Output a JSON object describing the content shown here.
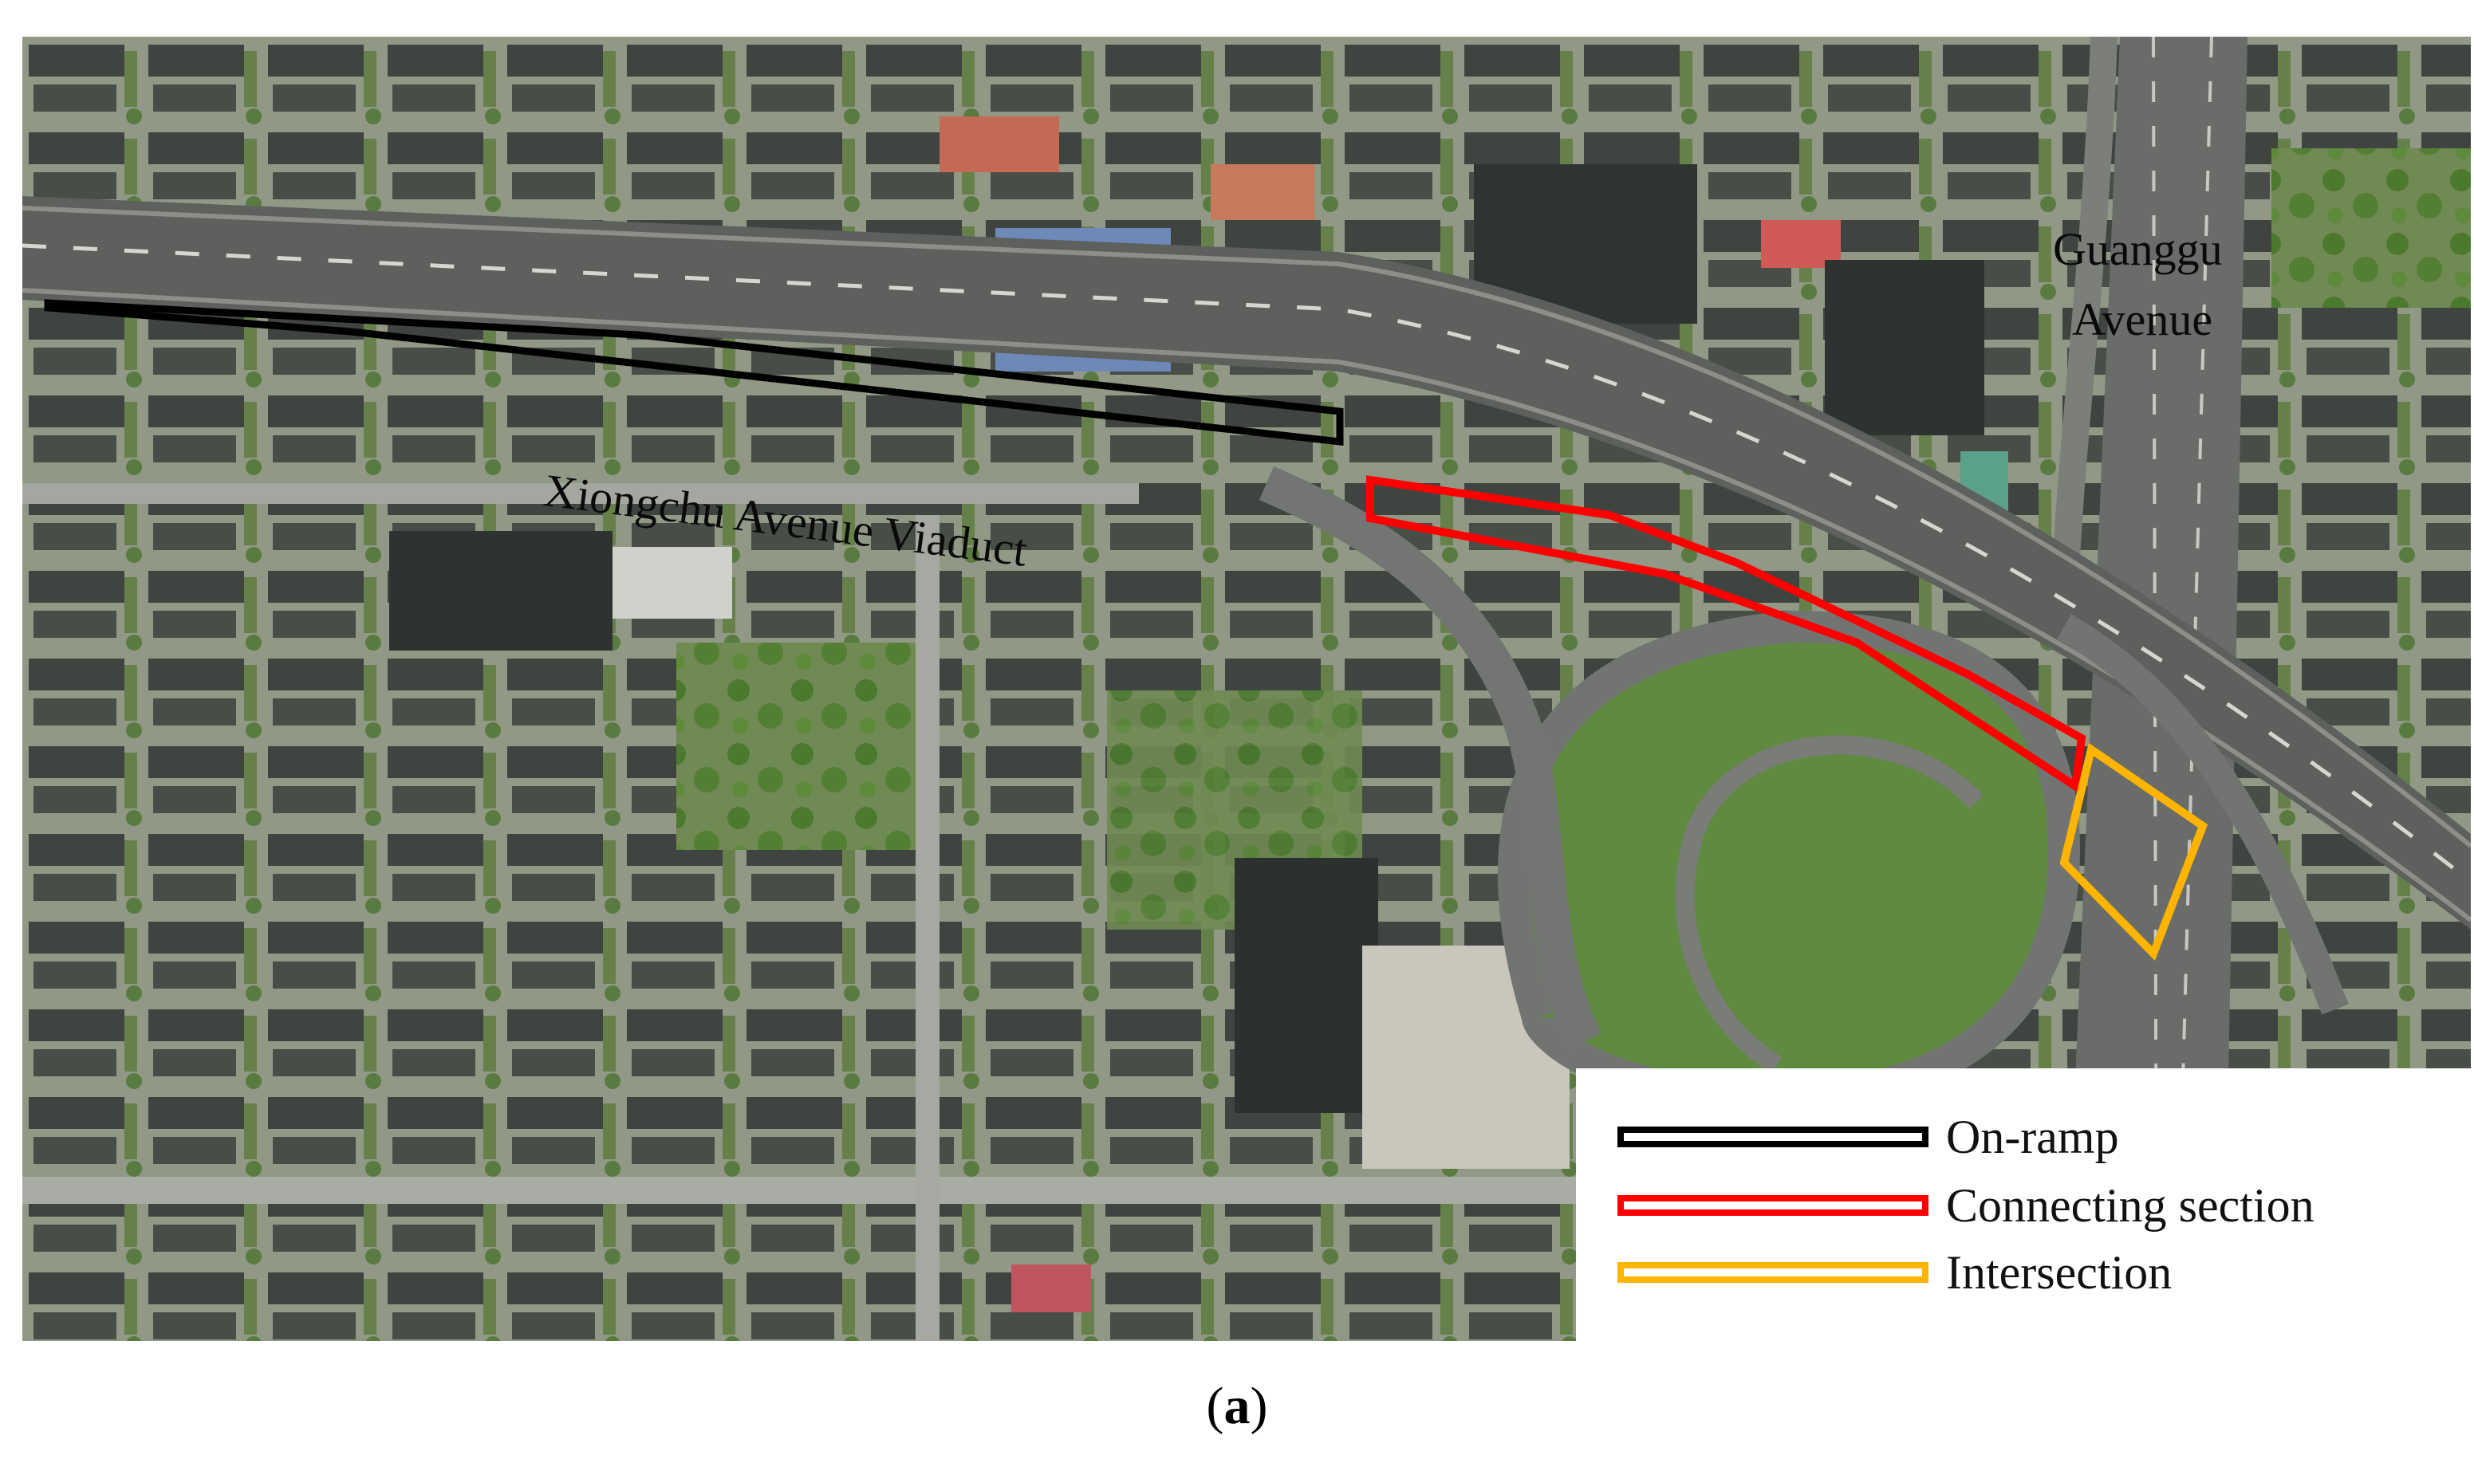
{
  "map": {
    "labels": {
      "viaduct": "Xiongchu Avenue Viaduct",
      "avenue_line1": "Guanggu",
      "avenue_line2": "Avenue"
    }
  },
  "legend": {
    "items": [
      {
        "label": "On-ramp",
        "color": "#000000"
      },
      {
        "label": "Connecting section",
        "color": "#ff0000"
      },
      {
        "label": "Intersection",
        "color": "#ffb400"
      }
    ]
  },
  "caption": {
    "open": "(",
    "letter": "a",
    "close": ")"
  }
}
